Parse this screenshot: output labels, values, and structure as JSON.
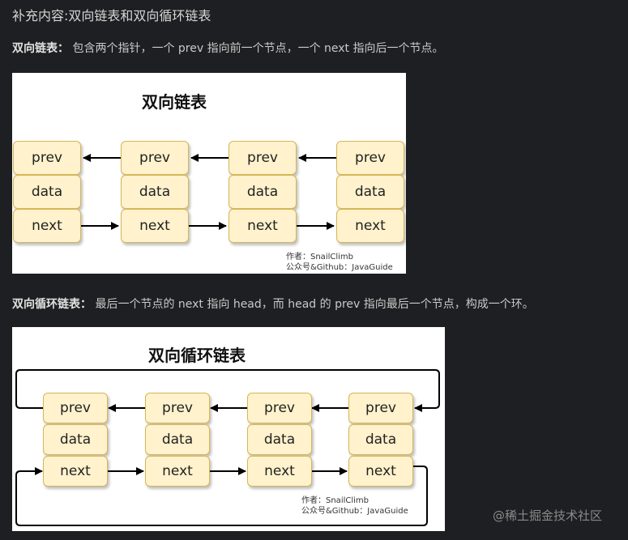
{
  "heading": "补充内容:双向链表和双向循环链表",
  "para1": {
    "label": "双向链表：",
    "text": "包含两个指针，一个 prev 指向前一个节点，一个 next 指向后一个节点。"
  },
  "fig1": {
    "title": "双向链表",
    "node_labels": [
      "prev",
      "data",
      "next"
    ],
    "credit_line1": "作者：SnailClimb",
    "credit_line2": "公众号&Github：JavaGuide"
  },
  "para2": {
    "label": "双向循环链表：",
    "text": "最后一个节点的 next 指向 head，而 head 的 prev 指向最后一个节点，构成一个环。"
  },
  "fig2": {
    "title": "双向循环链表",
    "node_labels": [
      "prev",
      "data",
      "next"
    ],
    "credit_line1": "作者：SnailClimb",
    "credit_line2": "公众号&Github：JavaGuide"
  },
  "watermark": "@稀土掘金技术社区",
  "colors": {
    "background": "#1e1f22",
    "node_fill": "#fff2cc",
    "node_border": "#d6b656"
  }
}
